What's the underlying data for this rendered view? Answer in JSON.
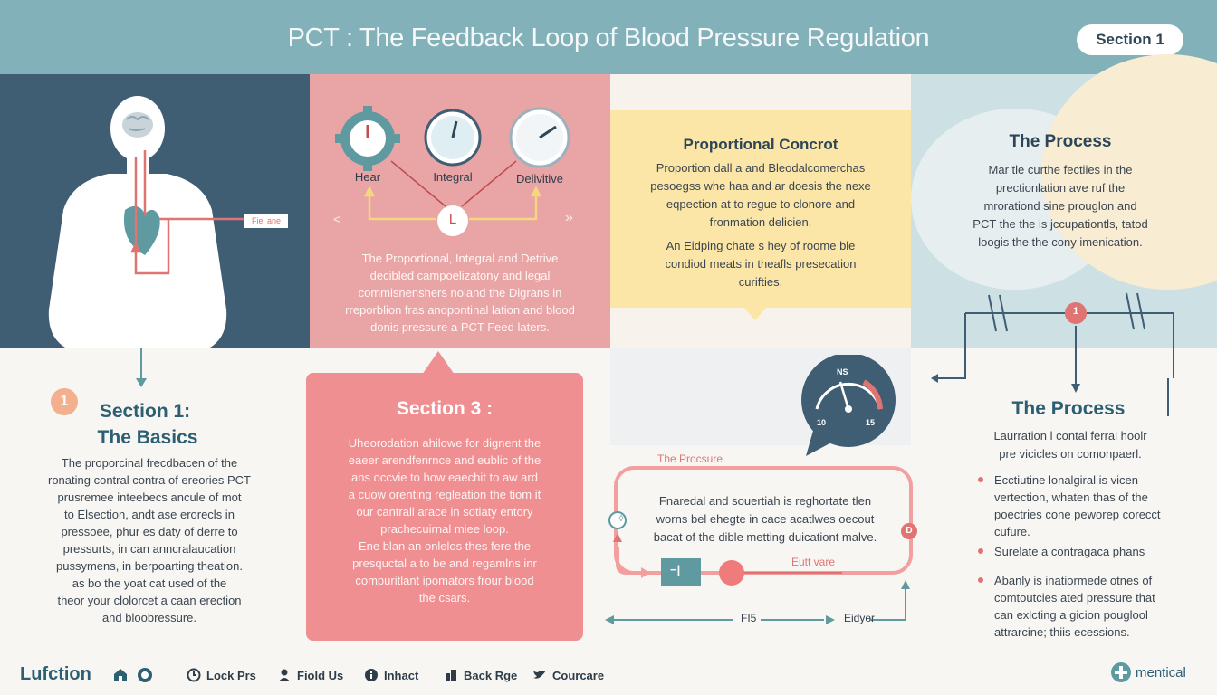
{
  "header": {
    "title": "PCT : The Feedback Loop of Blood Pressure Regulation",
    "section_pill": "Section 1"
  },
  "panel1": {
    "tag": "Fiel ane"
  },
  "panel2": {
    "labels": [
      "Hear",
      "Integral",
      "Delivitive"
    ],
    "center_letter": "L",
    "left_mark": "<",
    "right_mark": "»",
    "text": [
      "The Proportional, Integral and Detrive",
      "decibled campoelizatony and legal",
      "commisnenshers noland the Digrans in",
      "rreporblion fras anopontinal lation and blood",
      "donis pressure a PCT Feed laters."
    ]
  },
  "panel3": {
    "title": "Proportional Concrot",
    "text_a": [
      "Proportion dall a and Bleodalcomerchas",
      "pesoegss whe haa and ar doesis the nexe",
      "eqpection at to regue to clonore and",
      "fronmation delicien."
    ],
    "text_b": [
      "An Eidping chate s hey of roome ble",
      "condiod meats in theafls presecation",
      "curifties."
    ]
  },
  "panel4": {
    "title": "The Process",
    "text": [
      "Mar tle curthe fectiies in the",
      "prectionlation ave ruf the",
      "mrorationd sine prouglon and",
      "PCT the the is jccupationtls, tatod",
      "loogis the the cony imenication."
    ],
    "node_label": "1"
  },
  "left_section": {
    "badge": "1",
    "title_line1": "Section 1:",
    "title_line2": "The Basics",
    "text": [
      "The proporcinal frecdbacen of the",
      "ronating contral contra of ereories PCT",
      "prusremee inteebecs ancule of mot",
      "to Elsection, andt ase erorecls in",
      "pressoee, phur es daty of derre to",
      "pressurts, in can anncralaucation",
      "pussymens, in berpoarting theation.",
      "as bo the yoat cat used of the",
      "theor your clolorcet a caan erection",
      "and bloobressure."
    ]
  },
  "section3": {
    "title": "Section 3 :",
    "text_a": [
      "Uheorodation ahilowe for dignent the",
      "eaeer arendfenrnce and eublic of the",
      "ans occvie to how eaechit to aw ard",
      "a cuow orenting regleation the tiom it",
      "our cantrall arace in sotiaty entory",
      "prachecuirnal miee loop."
    ],
    "text_b": [
      "Ene blan an onlelos thes fere the",
      "presquctal a to be and regamlns inr",
      "compuritlant ipomators frour blood",
      "the csars."
    ]
  },
  "gauge": {
    "top_label": "NS",
    "left_label": "10",
    "right_label": "15"
  },
  "loop": {
    "title": "The Procsure",
    "text": [
      "Fnaredal and souertiah is reghortate tlen",
      "worns bel ehegte in cace acatlwes oecout",
      "bacat of the dible metting duicationt malve."
    ],
    "right_label": "Eutt vare",
    "bottom_left": "FI5",
    "bottom_right": "Eidyer",
    "minus": "−|",
    "left_node": "◊",
    "right_node": "D"
  },
  "right_section": {
    "title": "The Process",
    "intro": [
      "Laurration l contal ferral hoolr",
      "pre vicicles on comonpaerl."
    ],
    "bullets": [
      [
        "Ecctiutine lonalgiral is vicen",
        "vertection, whaten thas of the",
        "poectries cone peworep corecct",
        "cufure."
      ],
      [
        "Surelate a contragaca phans"
      ],
      [
        "Abanly is inatiormede otnes of",
        "comtoutcies ated pressure that",
        "can exlcting a gicion pouglool",
        "attrarcine; thiis ecessions."
      ]
    ]
  },
  "footer": {
    "brand": "Lufction",
    "items": [
      "Lock Prs",
      "Fiold Us",
      "Inhact",
      "Back Rge",
      "Courcare"
    ],
    "logo_text": "mentical"
  },
  "colors": {
    "header": "#82b1b9",
    "navy": "#3f5d73",
    "pink": "#e9a4a6",
    "coral": "#ef8f91",
    "yellow": "#fbe6a8",
    "accent_red": "#e07472"
  }
}
